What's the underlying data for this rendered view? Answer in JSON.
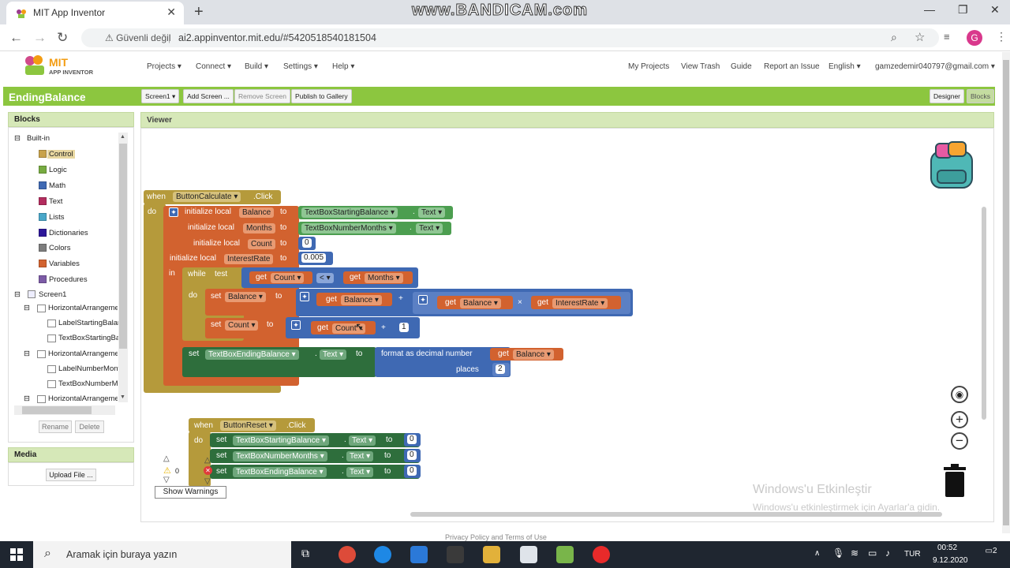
{
  "browser": {
    "tab_title": "MIT App Inventor",
    "security_label": "Güvenli değil",
    "url": "ai2.appinventor.mit.edu/#5420518540181504",
    "avatar_letter": "G",
    "watermark": "www.BANDICAM.com"
  },
  "app_header": {
    "logo_top": "MIT",
    "logo_bottom": "APP INVENTOR",
    "menus": [
      "Projects ▾",
      "Connect ▾",
      "Build ▾",
      "Settings ▾",
      "Help ▾"
    ],
    "right_links": [
      "My Projects",
      "View Trash",
      "Guide",
      "Report an Issue",
      "English ▾",
      "gamzedemir040797@gmail.com ▾"
    ]
  },
  "project_bar": {
    "project_name": "EndingBalance",
    "screen_dropdown": "Screen1 ▾",
    "add_screen": "Add Screen ...",
    "remove_screen": "Remove Screen",
    "publish": "Publish to Gallery",
    "designer": "Designer",
    "blocks": "Blocks"
  },
  "blocks_panel": {
    "title": "Blocks",
    "builtin": "Built-in",
    "builtin_items": [
      {
        "label": "Control",
        "color": "#c8a24a"
      },
      {
        "label": "Logic",
        "color": "#77ab41"
      },
      {
        "label": "Math",
        "color": "#3f69b3"
      },
      {
        "label": "Text",
        "color": "#b32d5e"
      },
      {
        "label": "Lists",
        "color": "#49a7c9"
      },
      {
        "label": "Dictionaries",
        "color": "#2d1799"
      },
      {
        "label": "Colors",
        "color": "#7d7d7d"
      },
      {
        "label": "Variables",
        "color": "#d2622f"
      },
      {
        "label": "Procedures",
        "color": "#7c5ba6"
      }
    ],
    "screen": "Screen1",
    "components": [
      "HorizontalArrangeme",
      "LabelStartingBalar",
      "TextBoxStartingBa",
      "HorizontalArrangeme",
      "LabelNumberMont",
      "TextBoxNumberM",
      "HorizontalArrangeme"
    ],
    "rename": "Rename",
    "delete": "Delete",
    "media_title": "Media",
    "upload": "Upload File ..."
  },
  "viewer": {
    "title": "Viewer",
    "show_warnings": "Show Warnings",
    "warning_count": "0",
    "error_count": "0"
  },
  "blocks": {
    "calc_when": "when",
    "calc_component": "ButtonCalculate ▾",
    "calc_event": ".Click",
    "do": "do",
    "in": "in",
    "init_local": "initialize local",
    "to": "to",
    "var_balance": "Balance",
    "var_months": "Months",
    "var_count": "Count",
    "var_rate": "InterestRate",
    "tb_starting": "TextBoxStartingBalance ▾",
    "tb_months": "TextBoxNumberMonths ▾",
    "tb_ending": "TextBoxEndingBalance ▾",
    "prop_text": "Text ▾",
    "dot": ".",
    "count_init": "0",
    "rate_init": "0.005",
    "while": "while",
    "test": "test",
    "get": "get",
    "get_count": "Count ▾",
    "get_months": "Months ▾",
    "get_balance": "Balance ▾",
    "get_rate": "InterestRate ▾",
    "lt": "< ▾",
    "plus": "+",
    "times": "×",
    "set": "set",
    "set_balance": "Balance ▾",
    "set_count": "Count ▾",
    "one": "1",
    "format": "format as decimal number",
    "places": "places",
    "two": "2",
    "reset_component": "ButtonReset ▾",
    "zero": "0"
  },
  "windows": {
    "activate_title": "Windows'u Etkinleştir",
    "activate_sub": "Windows'u etkinleştirmek için Ayarlar'a gidin.",
    "footer": "Privacy Policy and Terms of Use",
    "search": "Aramak için buraya yazın",
    "lang": "TUR",
    "time": "00:52",
    "date": "9.12.2020",
    "notif": "2"
  }
}
